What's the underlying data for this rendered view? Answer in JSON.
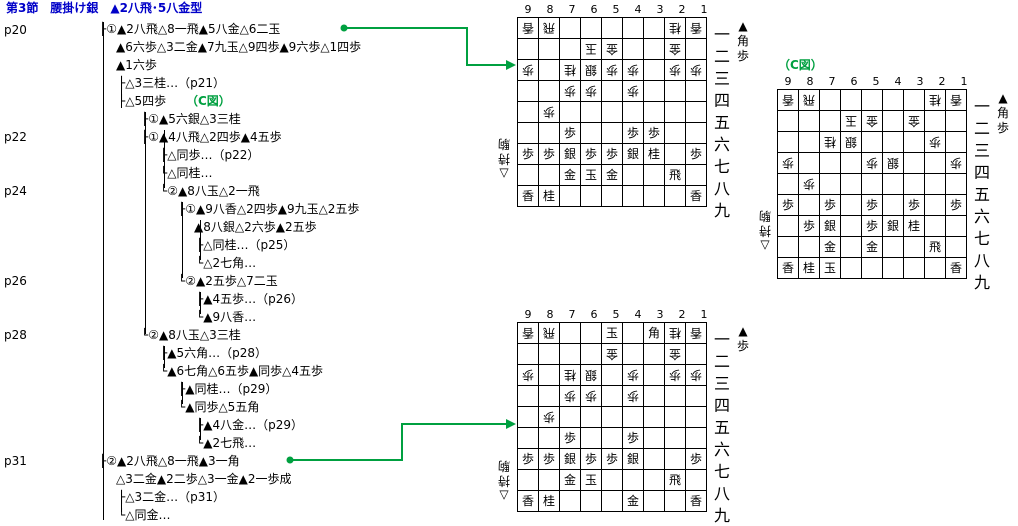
{
  "header": {
    "title": "第3節　腰掛け銀　▲2八飛･5八金型"
  },
  "pages": [
    "p20",
    "p22",
    "p24",
    "p26",
    "p28",
    "p31"
  ],
  "tree": [
    "├①▲2八飛△8一飛▲5八金△6二玉",
    "▲6六歩△3二金▲7九玉△9四歩▲9六歩△1四歩",
    "▲1六歩",
    "├△3三桂…（p21）",
    "└△5四歩",
    "├①▲5六銀△3三桂",
    "├①▲4八飛△2四歩▲4五歩",
    "├△同歩…（p22）",
    "└△同桂…",
    "└②▲8八玉△2一飛",
    "├①▲9八香△2四歩▲9九玉△2五歩",
    "▲8八銀△2六歩▲2五歩",
    "├△同桂…（p25）",
    "└△2七角…",
    "└②▲2五歩△7二玉",
    "├▲4五歩…（p26）",
    "└▲9八香…",
    "└②▲8八玉△3三桂",
    "├▲5六角…（p28）",
    "└▲6七角△6五歩▲同歩△4五歩",
    "├▲同桂…（p29）",
    "└▲同歩△5五角",
    "├▲4八金…（p29）",
    "└▲2七飛…",
    "├②▲2八飛△8一飛▲3一角",
    "△3二金▲2二歩△3一金▲2一歩成",
    "├△3二金…（p31）",
    "└△同金…"
  ],
  "cfig_label": "（C図）",
  "cfig_title": "（C図）",
  "col_labels": [
    "9",
    "8",
    "7",
    "6",
    "5",
    "4",
    "3",
    "2",
    "1"
  ],
  "row_labels": [
    "一",
    "二",
    "三",
    "四",
    "五",
    "六",
    "七",
    "八",
    "九"
  ],
  "boards": [
    {
      "name": "board-1",
      "black_hand": "▲角歩",
      "white_hand": "△持駒",
      "cells": [
        [
          "v香",
          "v飛",
          "",
          "",
          "",
          "",
          "",
          "v桂",
          "v香"
        ],
        [
          "",
          "",
          "",
          "v玉",
          "v金",
          "",
          "",
          "v金",
          ""
        ],
        [
          "v歩",
          "",
          "v桂",
          "v銀",
          "v歩",
          "v歩",
          "",
          "v歩",
          "v歩"
        ],
        [
          "",
          "",
          "v歩",
          "v歩",
          "",
          "v歩",
          "",
          "",
          ""
        ],
        [
          "",
          "v歩",
          "",
          "",
          "",
          "",
          "",
          "",
          ""
        ],
        [
          "",
          "",
          "歩",
          "",
          "",
          "歩",
          "歩",
          "",
          ""
        ],
        [
          "歩",
          "歩",
          "銀",
          "歩",
          "歩",
          "銀",
          "桂",
          "",
          "歩"
        ],
        [
          "",
          "",
          "金",
          "玉",
          "金",
          "",
          "",
          "飛",
          ""
        ],
        [
          "香",
          "桂",
          "",
          "",
          "",
          "",
          "",
          "",
          "香"
        ]
      ]
    },
    {
      "name": "board-c",
      "black_hand": "▲角歩",
      "white_hand": "△持駒",
      "cells": [
        [
          "v香",
          "v飛",
          "",
          "",
          "",
          "",
          "",
          "v桂",
          "v香"
        ],
        [
          "",
          "",
          "",
          "v玉",
          "v金",
          "",
          "v金",
          "",
          ""
        ],
        [
          "",
          "",
          "v桂",
          "v銀",
          "",
          "",
          "",
          "v歩",
          ""
        ],
        [
          "v歩",
          "",
          "",
          "",
          "v歩",
          "v銀",
          "",
          "",
          "v歩"
        ],
        [
          "",
          "v歩",
          "",
          "",
          "",
          "",
          "",
          "",
          ""
        ],
        [
          "歩",
          "",
          "歩",
          "",
          "歩",
          "",
          "歩",
          "",
          "歩"
        ],
        [
          "",
          "歩",
          "銀",
          "",
          "歩",
          "銀",
          "桂",
          "",
          ""
        ],
        [
          "",
          "",
          "金",
          "",
          "金",
          "",
          "",
          "飛",
          ""
        ],
        [
          "香",
          "桂",
          "玉",
          "",
          "",
          "",
          "",
          "",
          "香"
        ]
      ]
    },
    {
      "name": "board-2",
      "black_hand": "▲歩",
      "white_hand": "△持駒",
      "cells": [
        [
          "v香",
          "v飛",
          "",
          "",
          "玉",
          "",
          "角",
          "v桂",
          "v香"
        ],
        [
          "",
          "",
          "",
          "",
          "v金",
          "",
          "",
          "v金",
          ""
        ],
        [
          "v歩",
          "",
          "v桂",
          "v銀",
          "",
          "v歩",
          "",
          "v歩",
          "v歩"
        ],
        [
          "",
          "",
          "v歩",
          "v歩",
          "",
          "v歩",
          "",
          "",
          ""
        ],
        [
          "",
          "v歩",
          "",
          "",
          "",
          "",
          "",
          "",
          ""
        ],
        [
          "",
          "",
          "歩",
          "",
          "",
          "歩",
          "",
          "",
          ""
        ],
        [
          "歩",
          "歩",
          "銀",
          "歩",
          "歩",
          "銀",
          "",
          "",
          "歩"
        ],
        [
          "",
          "",
          "金",
          "玉",
          "",
          "",
          "",
          "飛",
          ""
        ],
        [
          "香",
          "桂",
          "",
          "",
          "",
          "金",
          "",
          "",
          "香"
        ]
      ]
    }
  ],
  "colors": {
    "title": "#0000c8",
    "annotation": "#00a040",
    "arrow": "#00a040"
  }
}
